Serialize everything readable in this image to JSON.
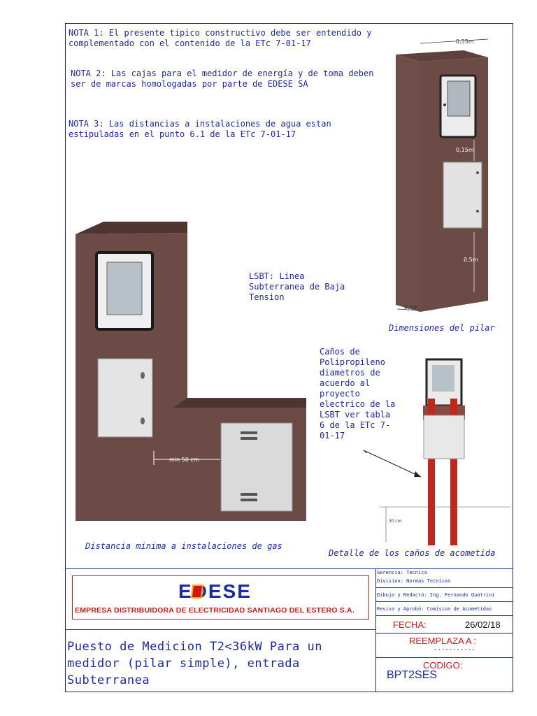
{
  "notes": {
    "n1": "NOTA 1: El presente tipico constructivo debe ser entendido y complementado con el contenido de la ETc 7-01-17",
    "n2": "NOTA 2: Las cajas para el medidor de energía y de toma deben ser de marcas homologadas por parte de EDESE SA",
    "n3": "NOTA 3: Las distancias a instalaciones de agua estan estipuladas en el punto 6.1 de la ETc 7-01-17"
  },
  "labels": {
    "lsbt": "LSBT: Linea Subterranea de Baja Tension",
    "canos": "Caños de Polipropileno diametros de acuerdo al proyecto electrico de la LSBT ver tabla 6 de la ETc 7-01-17",
    "min_gas": "min 50 cm",
    "depth": "30 cm"
  },
  "dimensions": {
    "w055": "0,55m",
    "h015": "0,15m",
    "h05": "0,5m",
    "w05": "0,5m"
  },
  "captions": {
    "pilar": "Dimensiones del pilar",
    "gas": "Distancia minima a instalaciones de gas",
    "canos": "Detalle de los caños de acometida"
  },
  "titleblock": {
    "logo": "EDESE",
    "company": "EMPRESA DISTRIBUIDORA DE ELECTRICIDAD SANTIAGO DEL ESTERO S.A.",
    "gerencia": "Gerencia: Tecnica",
    "division": "Division: Normas Tecnicas",
    "dibujo": "Dibujo y Redactó: Ing. Fernando Quatrini",
    "reviso": "Reviso y Aprobó: Comision de Acometidas",
    "fecha_label": "FECHA:",
    "fecha_value": "26/02/18",
    "reemplaza_label": "REEMPLAZA A :",
    "reemplaza_value": "-----------",
    "codigo_label": "CODIGO:",
    "codigo_value": "BPT2SES",
    "title": "Puesto de Medicion T2<36kW Para un medidor (pilar simple), entrada Subterranea"
  },
  "colors": {
    "border": "#1a2a8a",
    "text": "#1a2aa8",
    "pillar": "#6a4a46",
    "pipe": "#c0281e",
    "logo_red": "#d01818",
    "logo_blue": "#1a2aa8"
  }
}
